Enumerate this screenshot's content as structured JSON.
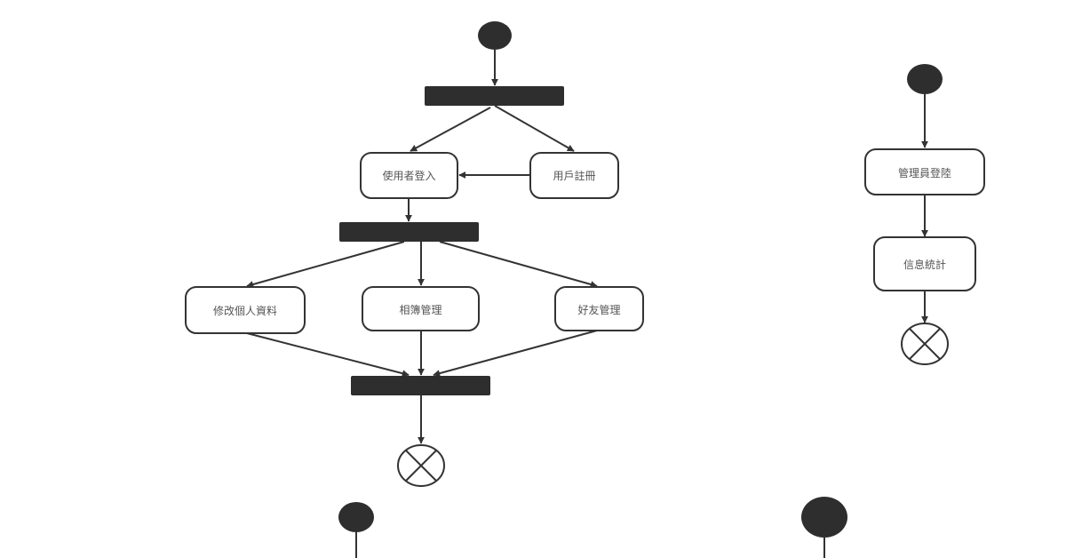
{
  "diagram": {
    "type": "uml-activity",
    "colors": {
      "stroke": "#333333",
      "fill_dark": "#2e2e2e",
      "node_fill": "#ffffff",
      "text": "#555555",
      "background": "#ffffff"
    },
    "user_flow": {
      "initial": "start",
      "fork_1": "fork",
      "nodes": {
        "login": "使用者登入",
        "register": "用戶註冊",
        "edit_profile": "修改個人資料",
        "album": "相簿管理",
        "friends": "好友管理"
      },
      "fork_2": "fork",
      "join": "join",
      "final": "end"
    },
    "admin_flow": {
      "initial": "start",
      "nodes": {
        "admin_login": "管理員登陸",
        "statistics": "信息統計"
      },
      "final": "end"
    },
    "edges": [
      {
        "from": "user_initial",
        "to": "fork_1"
      },
      {
        "from": "fork_1",
        "to": "login"
      },
      {
        "from": "fork_1",
        "to": "register"
      },
      {
        "from": "register",
        "to": "login"
      },
      {
        "from": "login",
        "to": "fork_2"
      },
      {
        "from": "fork_2",
        "to": "edit_profile"
      },
      {
        "from": "fork_2",
        "to": "album"
      },
      {
        "from": "fork_2",
        "to": "friends"
      },
      {
        "from": "edit_profile",
        "to": "join"
      },
      {
        "from": "album",
        "to": "join"
      },
      {
        "from": "friends",
        "to": "join"
      },
      {
        "from": "join",
        "to": "user_final"
      },
      {
        "from": "admin_initial",
        "to": "admin_login"
      },
      {
        "from": "admin_login",
        "to": "statistics"
      },
      {
        "from": "statistics",
        "to": "admin_final"
      }
    ]
  }
}
